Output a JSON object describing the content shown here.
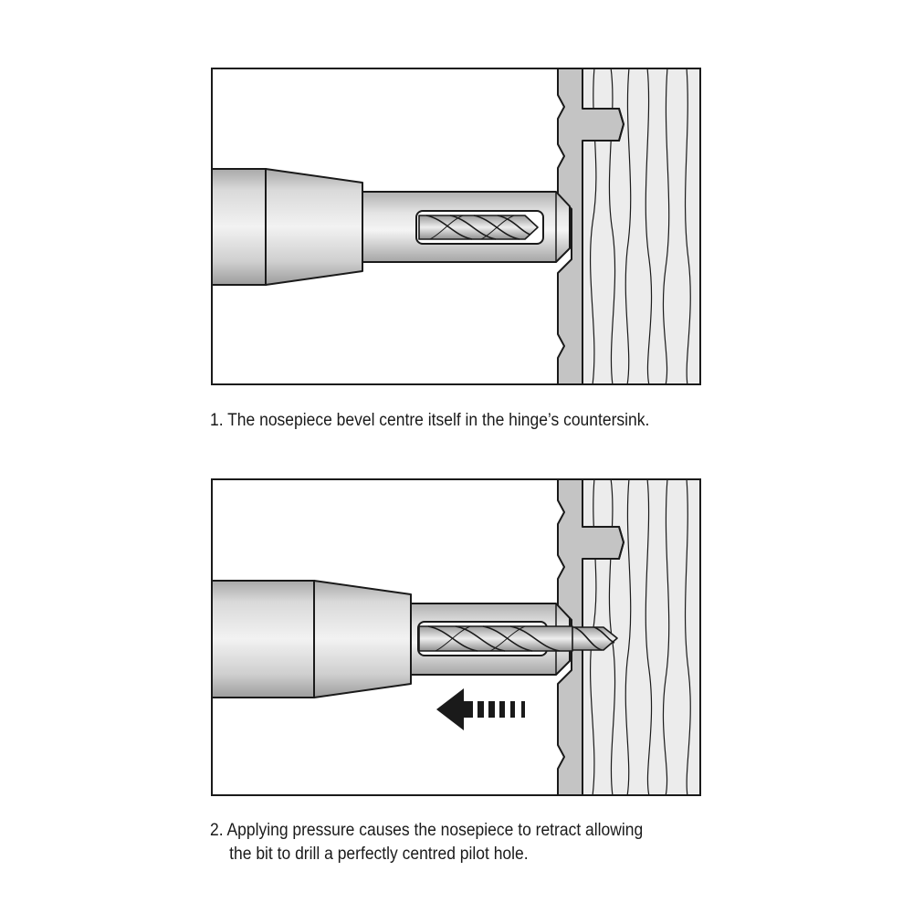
{
  "steps": [
    {
      "number": "1.",
      "text": "The nosepiece bevel centre itself in the hinge’s countersink."
    },
    {
      "number": "2.",
      "text_line1": "Applying pressure causes the nosepiece to retract allowing",
      "text_line2": "the bit to drill a perfectly centred pilot hole."
    }
  ],
  "colors": {
    "outline": "#1a1a1a",
    "metal_light": "#e6e6e6",
    "metal_mid": "#c2c2c2",
    "metal_dark": "#9a9a9a",
    "hinge_plate": "#c4c4c4",
    "wood": "#e9e9e9",
    "arrow": "#1a1a1a"
  },
  "icons": [
    "drill-bit-icon",
    "arrow-left-icon"
  ]
}
